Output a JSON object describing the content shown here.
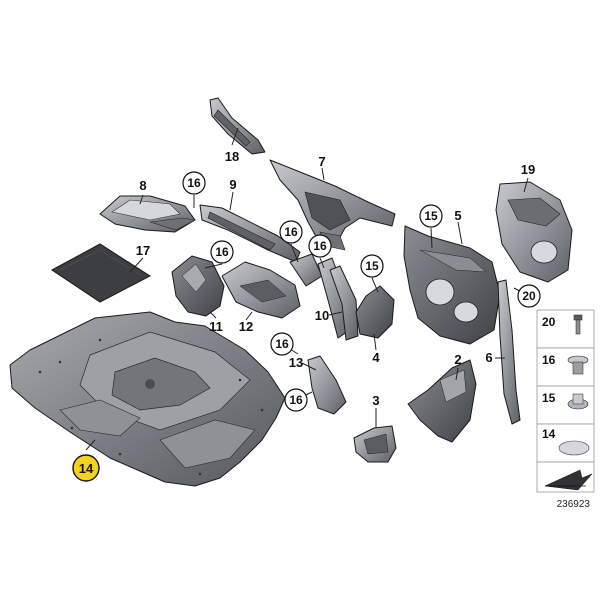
{
  "colors": {
    "part_light": "#b9bcc0",
    "part_mid": "#8d9196",
    "part_dark": "#4d5156",
    "mat": "#3a3c3e",
    "highlight": "#f2d21b",
    "frame": "#cfd2d6"
  },
  "callouts": {
    "c2": "2",
    "c3": "3",
    "c4": "4",
    "c5": "5",
    "c6": "6",
    "c7": "7",
    "c8": "8",
    "c9": "9",
    "c10": "10",
    "c11": "11",
    "c12": "12",
    "c13": "13",
    "c14": "14",
    "c15a": "15",
    "c15b": "15",
    "c16a": "16",
    "c16b": "16",
    "c16c": "16",
    "c16d": "16",
    "c16e": "16",
    "c16f": "16",
    "c17": "17",
    "c18": "18",
    "c19": "19",
    "c20": "20"
  },
  "legend": [
    {
      "label": "20",
      "icon": "push-rivet-icon"
    },
    {
      "label": "16",
      "icon": "expanding-nut-icon"
    },
    {
      "label": "15",
      "icon": "clip-nut-icon"
    },
    {
      "label": "14",
      "icon": "insulation-pad-icon"
    },
    {
      "label": "",
      "icon": "arrow-right-icon"
    }
  ],
  "catalog_number": "236923"
}
